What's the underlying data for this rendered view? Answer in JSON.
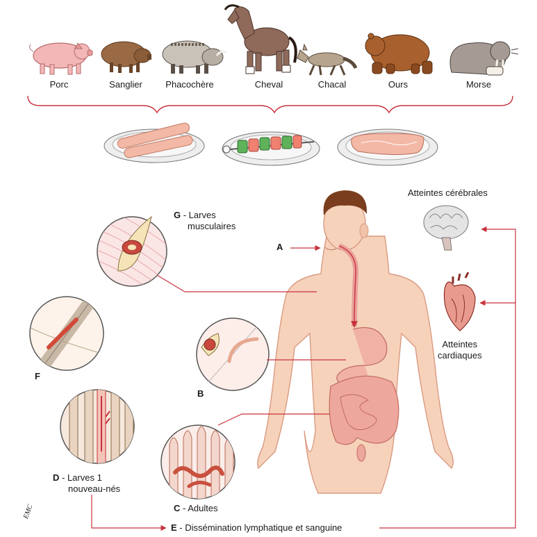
{
  "animals": [
    {
      "label": "Porc"
    },
    {
      "label": "Sanglier"
    },
    {
      "label": "Phacochère"
    },
    {
      "label": "Cheval"
    },
    {
      "label": "Chacal"
    },
    {
      "label": "Ours"
    },
    {
      "label": "Morse"
    }
  ],
  "labels": {
    "A": {
      "letter": "A"
    },
    "B": {
      "letter": "B"
    },
    "C": {
      "letter": "C",
      "text": " - Adultes"
    },
    "D": {
      "letter": "D",
      "line1": " - Larves 1",
      "line2": "nouveau-nés"
    },
    "E": {
      "letter": "E",
      "text": " - Dissémination lymphatique et sanguine"
    },
    "F": {
      "letter": "F"
    },
    "G": {
      "letter": "G",
      "line1": " - Larves",
      "line2": "musculaires"
    },
    "brain": "Atteintes cérébrales",
    "heart_line1": "Atteintes",
    "heart_line2": "cardiaques"
  },
  "signature": "EMC",
  "colors": {
    "accent": "#c8323c",
    "skin": "#f6d2bb",
    "skin_line": "#d99a80",
    "gut": "#e9a19a",
    "hair": "#7a3e1e"
  }
}
